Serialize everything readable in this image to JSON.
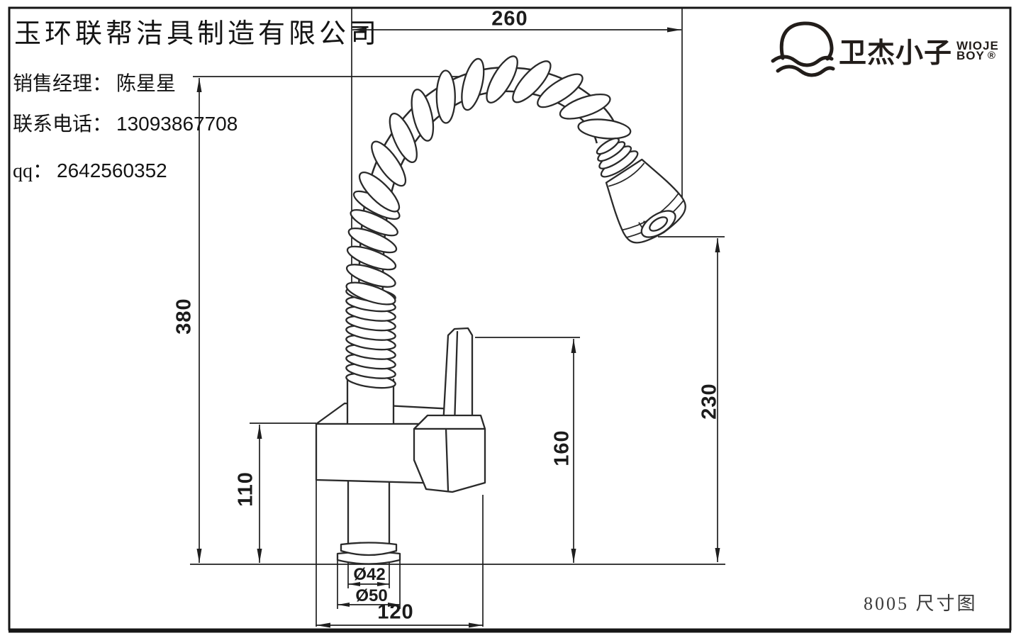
{
  "company": {
    "name": "玉环联帮洁具制造有限公司",
    "contacts": [
      {
        "label": "销售经理：",
        "value": "陈星星"
      },
      {
        "label": "联系电话：",
        "value": "13093867708"
      },
      {
        "label": "qq：",
        "value": "2642560352"
      }
    ]
  },
  "brand": {
    "cn": "卫杰小子",
    "en_top": "WIOJE",
    "en_bottom": "BOY",
    "registered": "®",
    "icon": "cap-wave-icon",
    "color": "#221d1a"
  },
  "footer": {
    "model_label": "8005 尺寸图"
  },
  "dimensions": {
    "spout_reach": "260",
    "overall_height": "380",
    "body_height": "110",
    "handle_height": "160",
    "head_height": "230",
    "base_dia_upper": "Ø42",
    "base_dia_lower": "Ø50",
    "base_spread": "120"
  },
  "drawing_meta": {
    "subject": "pull-out spring kitchen faucet",
    "line_color": "#1f1f1f",
    "background": "#ffffff"
  }
}
